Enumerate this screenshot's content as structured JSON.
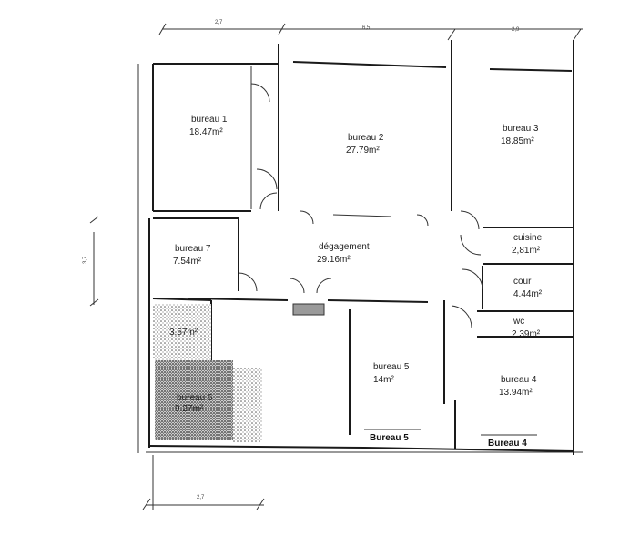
{
  "plan": {
    "dimensions": {
      "top_left": "2,7",
      "top_mid": "6,5",
      "top_right": "2,9",
      "left": "3,7",
      "bottom": "2,7"
    },
    "rooms": [
      {
        "name": "bureau 1",
        "area": "18.47m²"
      },
      {
        "name": "bureau 2",
        "area": "27.79m²"
      },
      {
        "name": "bureau 3",
        "area": "18.85m²"
      },
      {
        "name": "cuisine",
        "area": "2,81m²"
      },
      {
        "name": "cour",
        "area": "4.44m²"
      },
      {
        "name": "wc",
        "area": "2.39m²"
      },
      {
        "name": "bureau 7",
        "area": "7.54m²"
      },
      {
        "name": "dégagement",
        "area": "29.16m²"
      },
      {
        "name": "",
        "area": "3.57m²"
      },
      {
        "name": "bureau 6",
        "area": "9.27m²"
      },
      {
        "name": "bureau 5",
        "area": "14m²"
      },
      {
        "name": "bureau 4",
        "area": "13.94m²"
      }
    ],
    "signs": {
      "bureau5": "Bureau 5",
      "bureau4": "Bureau 4"
    }
  }
}
